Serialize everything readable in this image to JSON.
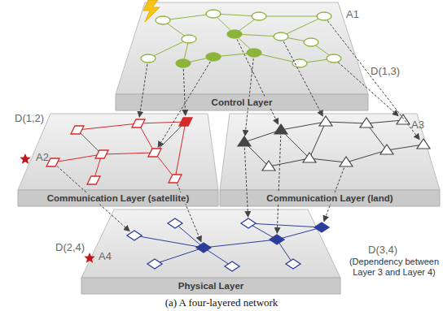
{
  "diagram": {
    "caption": "(a) A four-layered network",
    "nodes": [
      {
        "text": [
          "Control Layer"
        ]
      },
      {
        "text": [
          "Communication Layer (satellite)"
        ]
      },
      {
        "text": [
          "Communication Layer (land)"
        ]
      },
      {
        "text": [
          "Physical Layer"
        ]
      }
    ],
    "labels": [
      "A1",
      "A2",
      "A3",
      "A4",
      "D(1,2)",
      "D(1,3)",
      "D(2,4)",
      "D(3,4)",
      "(Dependency between Layer 3 and Layer 4)"
    ]
  }
}
